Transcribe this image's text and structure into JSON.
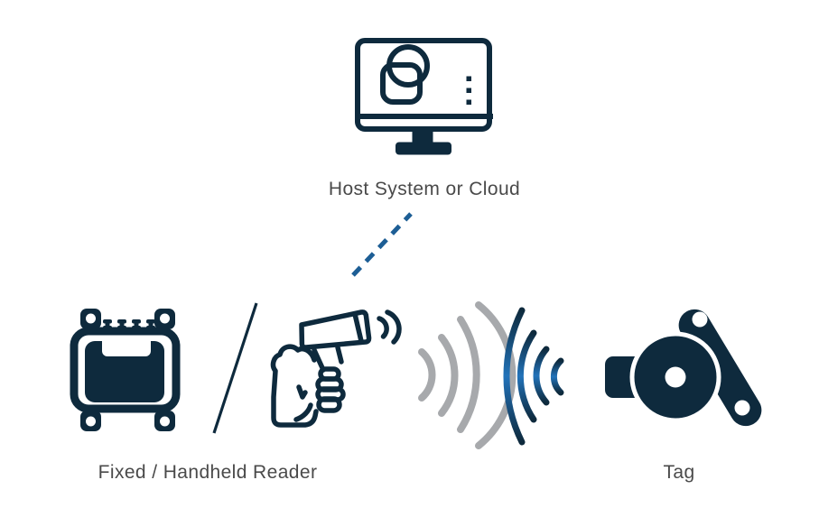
{
  "colors": {
    "background": "#ffffff",
    "navy": "#0e2a3d",
    "blue": "#2273ba",
    "blue_dash": "#1d5e95",
    "gray": "#a7a9ac",
    "label_text": "#4a4a4a"
  },
  "nodes": {
    "host": {
      "label": "Host System or Cloud",
      "icon": "desktop-computer-icon"
    },
    "reader": {
      "label": "Fixed / Handheld Reader",
      "fixed_icon": "fixed-rfid-reader-icon",
      "handheld_icon": "handheld-scanner-in-hand-icon",
      "divider_icon": "slash-divider"
    },
    "tag": {
      "label": "Tag",
      "icon": "rfid-hard-tag-icon"
    }
  },
  "links": {
    "host_reader": {
      "style": "dashed-line",
      "color": "#1d5e95"
    },
    "reader_tag": {
      "style": "radio-waves",
      "outbound_arcs": 4,
      "return_arcs": 4,
      "outbound_color": "#a7a9ac",
      "return_color": "#2273ba"
    }
  }
}
